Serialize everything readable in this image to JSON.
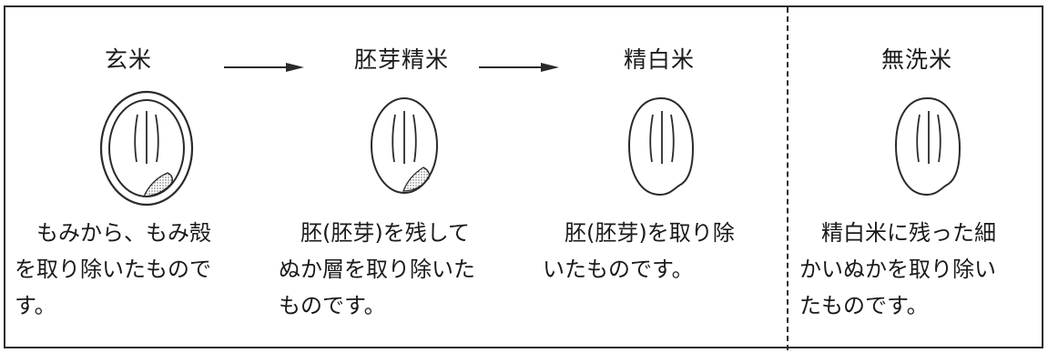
{
  "stages": [
    {
      "title": "玄米",
      "description": "　もみから、もみ殻\nを取り除いたもので\nす。"
    },
    {
      "title": "胚芽精米",
      "description": "　胚(胚芽)を残して\nぬか層を取り除いた\nものです。"
    },
    {
      "title": "精白米",
      "description": "　胚(胚芽)を取り除\nいたものです。"
    },
    {
      "title": "無洗米",
      "description": "　精白米に残った細\nかいぬかを取り除い\nたものです。"
    }
  ],
  "icons": {
    "arrow": "right-arrow-icon",
    "grain": "rice-grain-icon"
  },
  "colors": {
    "line": "#2a2a2a",
    "germ_fill": "#9a9a9a"
  }
}
